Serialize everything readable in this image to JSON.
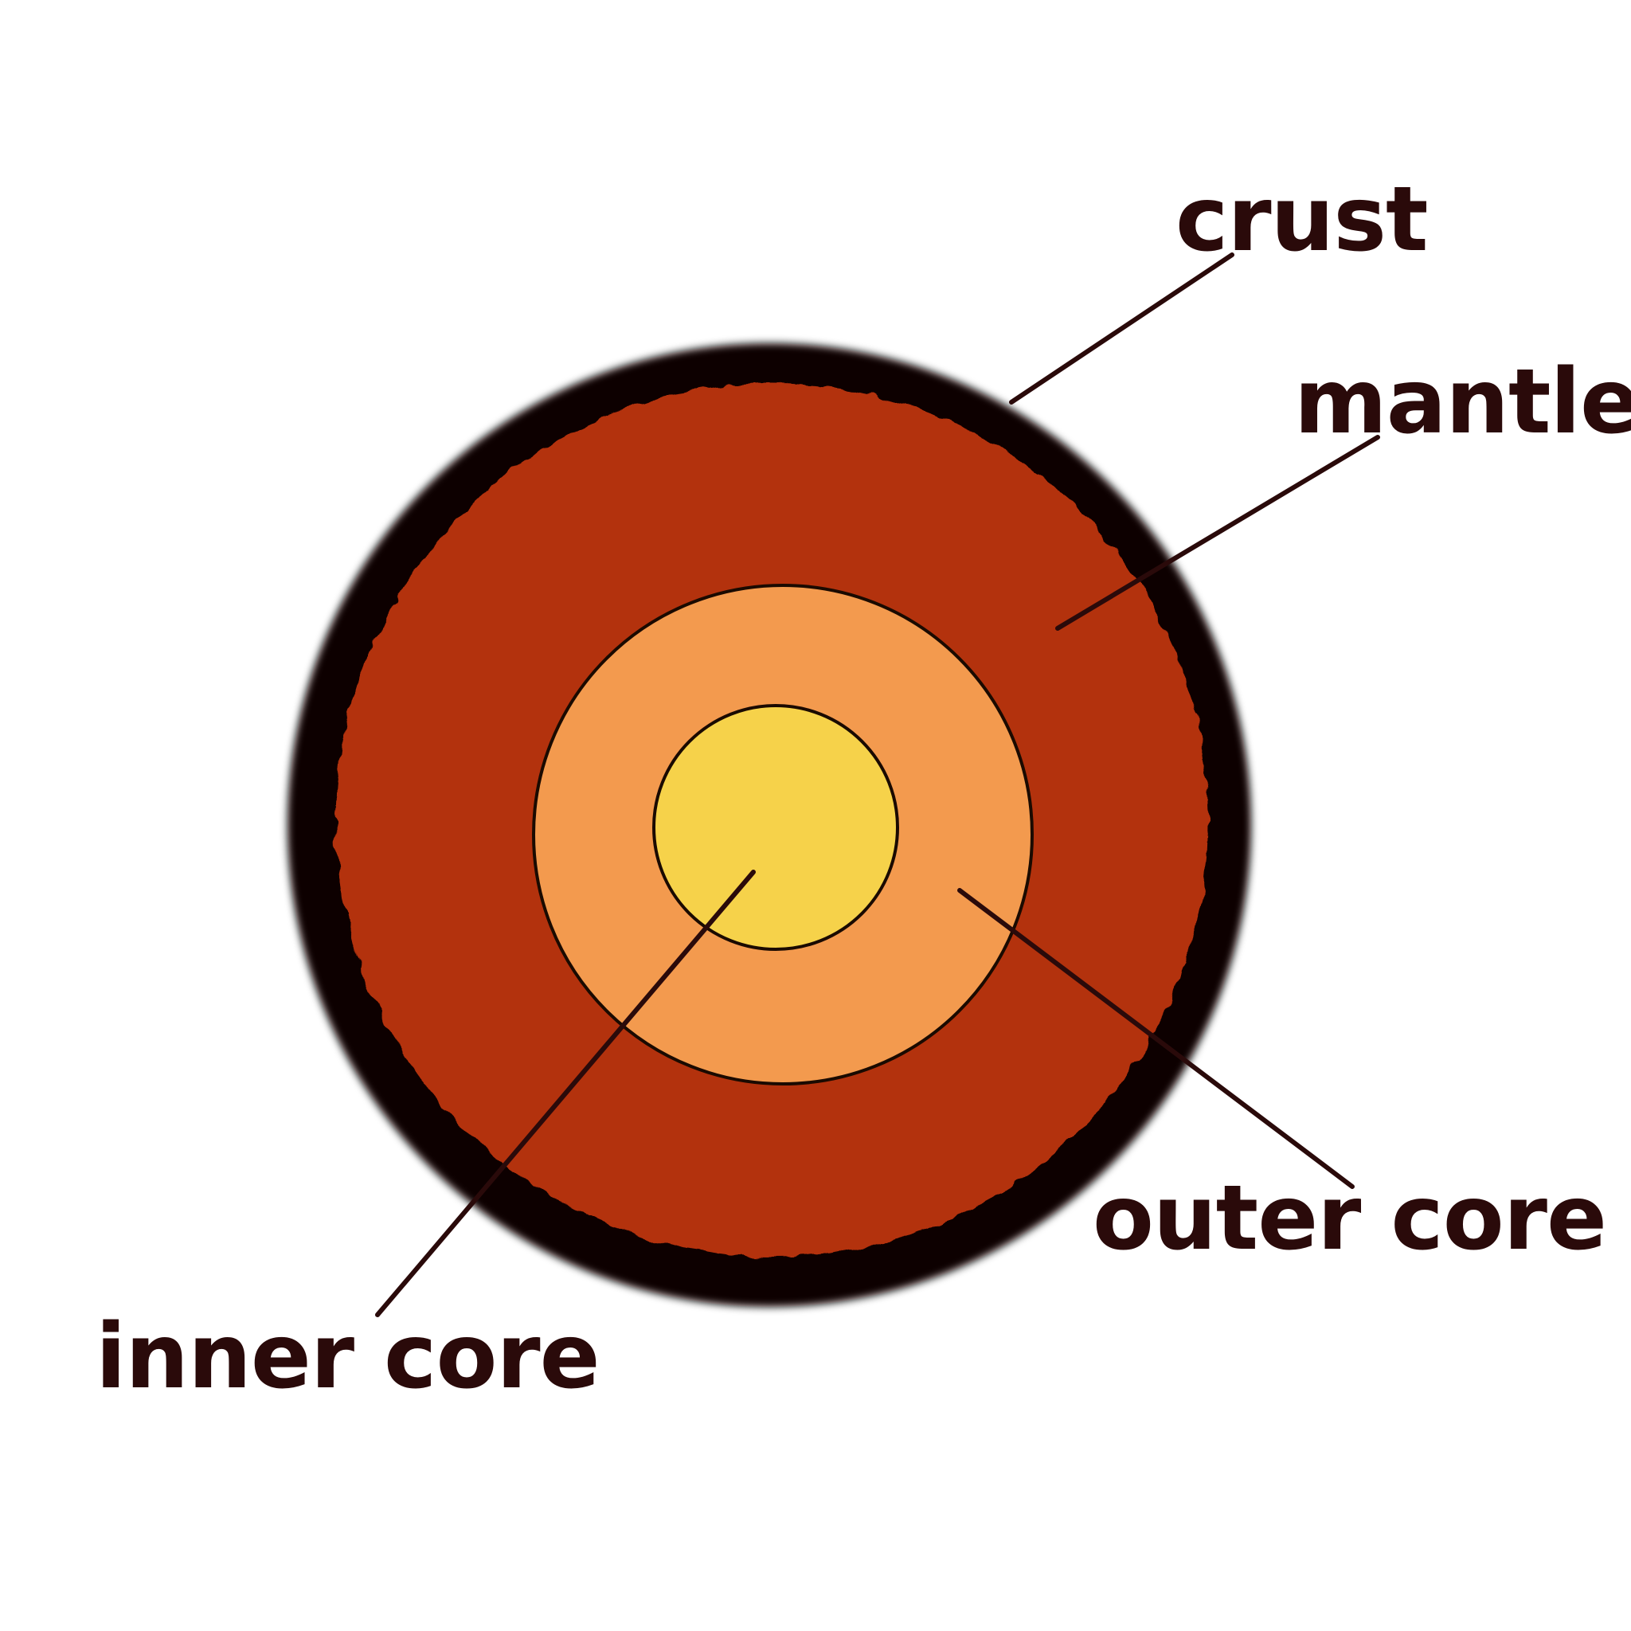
{
  "layers": [
    {
      "id": "crust",
      "label": "crust",
      "color": "#0d0000"
    },
    {
      "id": "mantle",
      "label": "mantle",
      "color": "#b33010"
    },
    {
      "id": "outer-core",
      "label": "outer core",
      "color": "#f39a4e"
    },
    {
      "id": "inner-core",
      "label": "inner core",
      "color": "#f6d24a"
    }
  ],
  "colors": {
    "background": "#ffffff",
    "label_text": "#2a0a0a",
    "leader_line": "#2a0a0a",
    "layer_outline": "#1a0a00"
  }
}
